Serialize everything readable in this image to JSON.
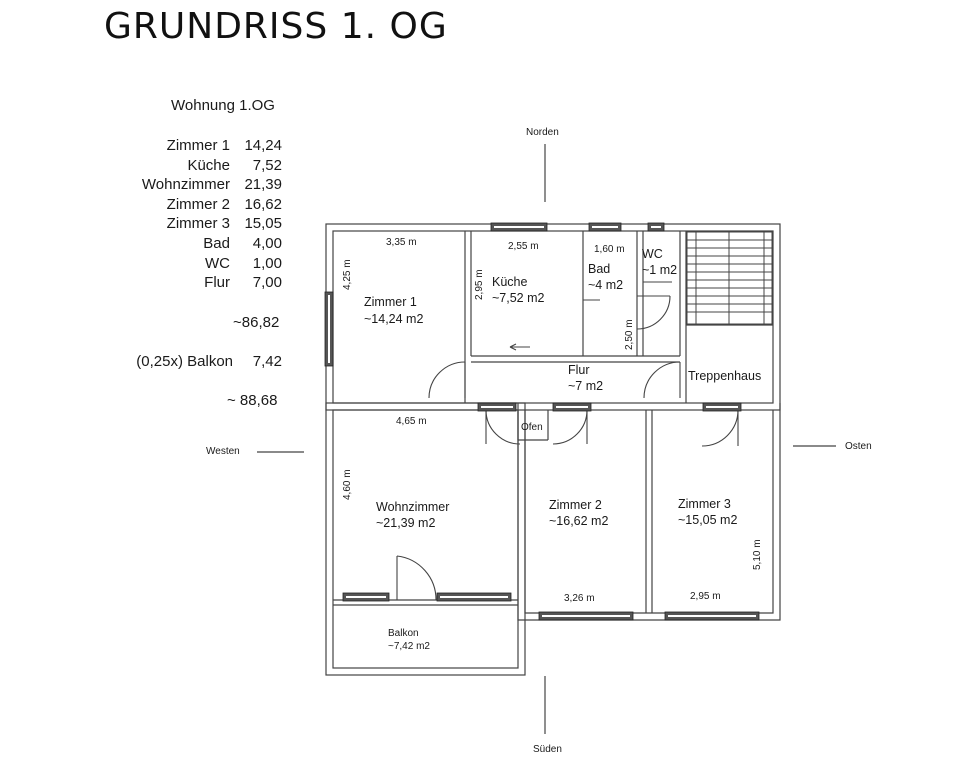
{
  "title": "GRUNDRISS 1. OG",
  "summary": {
    "heading": "Wohnung 1.OG",
    "rows": [
      {
        "label": "Zimmer 1",
        "value": "14,24"
      },
      {
        "label": "Küche",
        "value": "7,52"
      },
      {
        "label": "Wohnzimmer",
        "value": "21,39"
      },
      {
        "label": "Zimmer 2",
        "value": "16,62"
      },
      {
        "label": "Zimmer 3",
        "value": "15,05"
      },
      {
        "label": "Bad",
        "value": "4,00"
      },
      {
        "label": "WC",
        "value": "1,00"
      },
      {
        "label": "Flur",
        "value": "7,00"
      }
    ],
    "subtotal": "~86,82",
    "balcony_label": "(0,25x) Balkon",
    "balcony_value": "7,42",
    "total": "~ 88,68"
  },
  "compass": {
    "north": "Norden",
    "south": "Süden",
    "west": "Westen",
    "east": "Osten"
  },
  "rooms": {
    "zimmer1": {
      "name": "Zimmer 1",
      "area": "~14,24 m2",
      "width": "3,35 m",
      "depth": "4,25 m"
    },
    "kueche": {
      "name": "Küche",
      "area": "~7,52 m2",
      "width": "2,55 m",
      "depth": "2,95 m"
    },
    "bad": {
      "name": "Bad",
      "area": "~4 m2",
      "width": "1,60 m",
      "depth": "2,50 m"
    },
    "wc": {
      "name": "WC",
      "area": "~1 m2"
    },
    "treppenhaus": {
      "name": "Treppenhaus"
    },
    "flur": {
      "name": "Flur",
      "area": "~7 m2"
    },
    "ofen": {
      "name": "Ofen"
    },
    "wohnzimmer": {
      "name": "Wohnzimmer",
      "area": "~21,39 m2",
      "width": "4,65 m",
      "depth": "4,60 m"
    },
    "zimmer2": {
      "name": "Zimmer 2",
      "area": "~16,62 m2",
      "width": "3,26 m"
    },
    "zimmer3": {
      "name": "Zimmer 3",
      "area": "~15,05 m2",
      "width": "2,95 m",
      "depth": "5,10 m"
    },
    "balkon": {
      "name": "Balkon",
      "area": "~7,42 m2"
    }
  }
}
